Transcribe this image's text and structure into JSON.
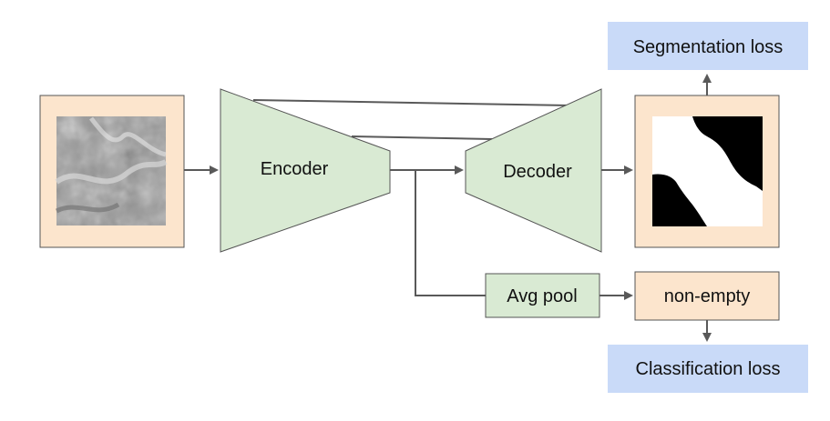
{
  "colors": {
    "input_frame": "#fce5cd",
    "network_block": "#d9ead3",
    "loss_box": "#c9daf8",
    "output_frame": "#fce5cd",
    "arrow": "#595959",
    "outline": "#555555"
  },
  "nodes": {
    "input_image": {
      "type": "image",
      "description_icon": "grayscale-texture-image-icon"
    },
    "encoder": {
      "label": "Encoder"
    },
    "decoder": {
      "label": "Decoder"
    },
    "segmentation_output": {
      "type": "image",
      "description_icon": "binary-mask-image-icon"
    },
    "segmentation_loss": {
      "label": "Segmentation loss"
    },
    "avg_pool": {
      "label": "Avg pool"
    },
    "classification_output": {
      "label": "non-empty"
    },
    "classification_loss": {
      "label": "Classification loss"
    }
  }
}
